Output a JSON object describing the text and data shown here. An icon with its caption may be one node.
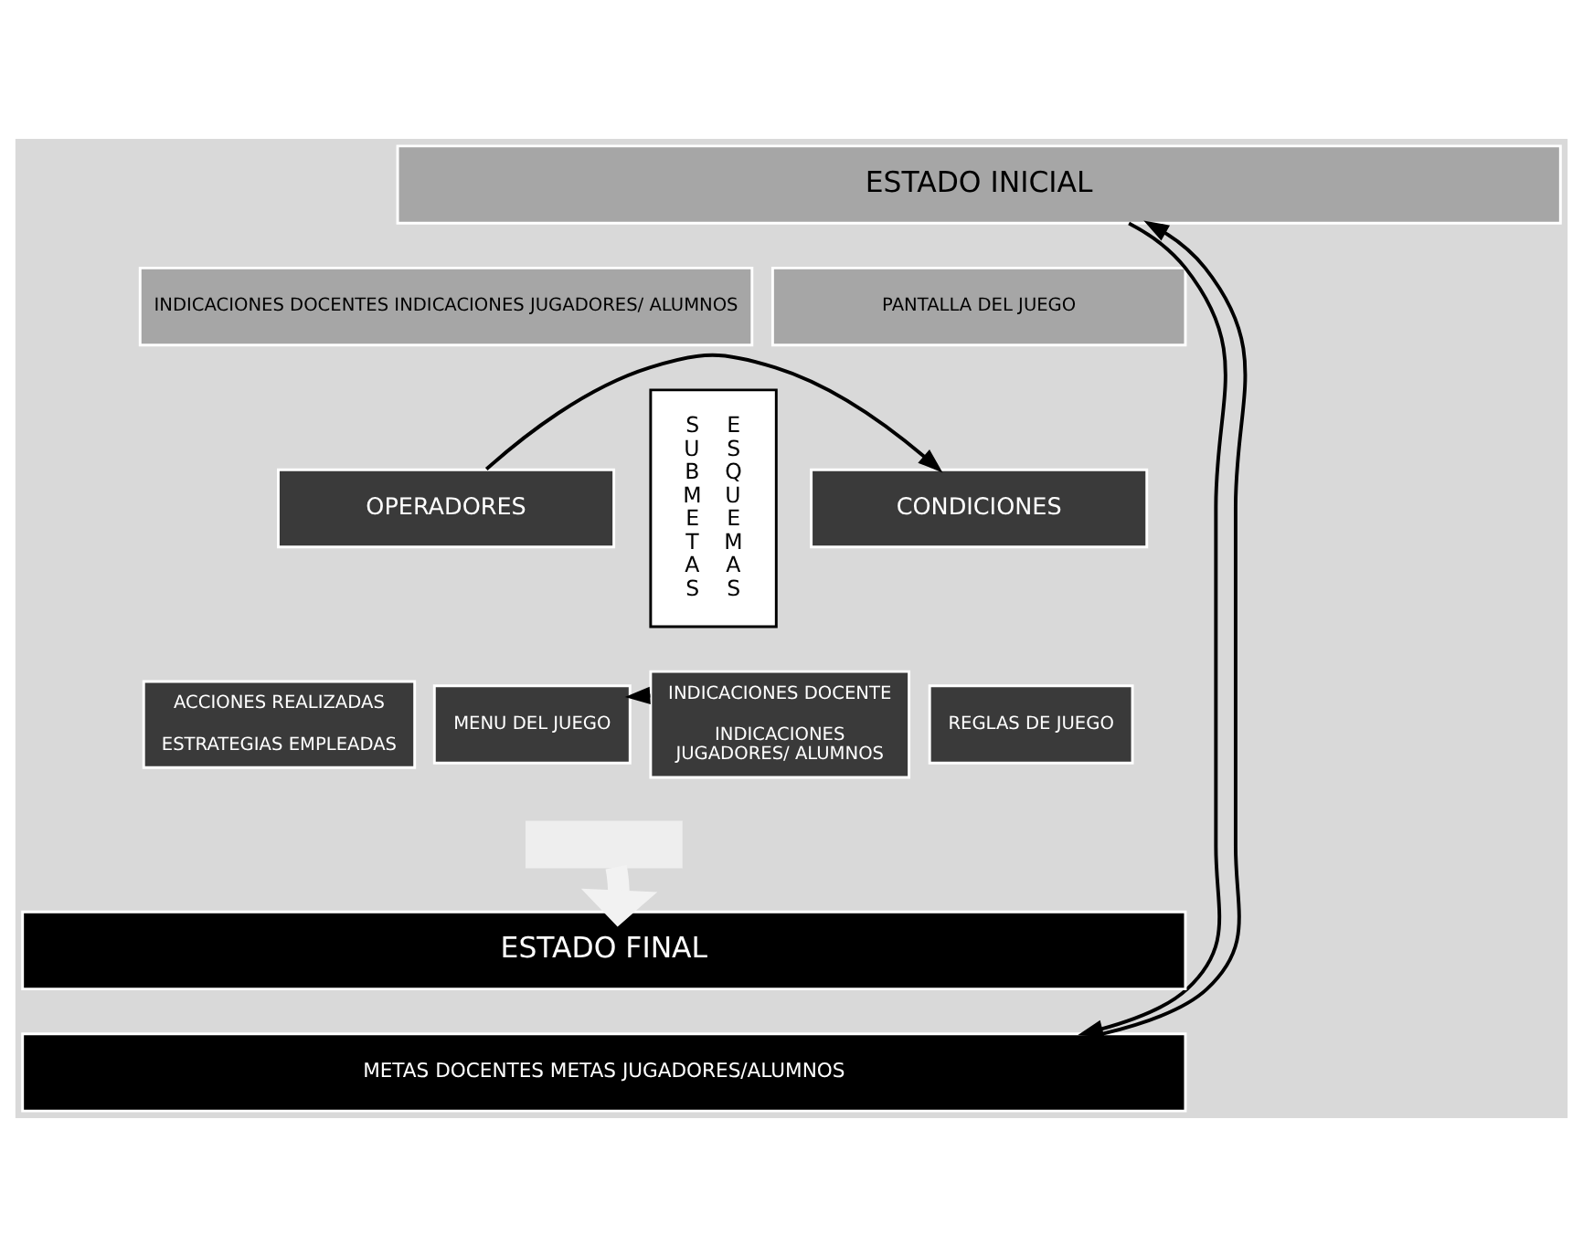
{
  "diagram": {
    "nodes": [
      {
        "text": [
          "ESTADO INICIAL"
        ]
      },
      {
        "text": [
          "INDICACIONES DOCENTES INDICACIONES JUGADORES/ ALUMNOS"
        ]
      },
      {
        "text": [
          "PANTALLA DEL JUEGO"
        ]
      },
      {
        "text": [
          "OPERADORES"
        ]
      },
      {
        "text": [
          "ACCIONES REALIZADAS",
          "ESTRATEGIAS EMPLEADAS"
        ]
      },
      {
        "text": [
          "MENU DEL JUEGO"
        ]
      },
      {
        "text": [
          "SUBMETAS",
          "ESQUEMAS"
        ]
      },
      {
        "text": [
          "CONDICIONES"
        ]
      },
      {
        "text": [
          "INDICACIONES DOCENTE",
          "INDICACIONES JUGADORES/ ALUMNOS"
        ]
      },
      {
        "text": [
          "REGLAS DE JUEGO"
        ]
      },
      {
        "text": [
          "ESTADO FINAL"
        ]
      },
      {
        "text": [
          "METAS DOCENTES METAS JUGADORES/ALUMNOS"
        ]
      },
      {
        "text": [],
        "shape": "bar"
      }
    ],
    "edges": [
      {
        "from": 0,
        "to": 11,
        "arrow": "to"
      },
      {
        "from": 11,
        "to": 0,
        "arrow": "to"
      },
      {
        "from": 3,
        "to": 7,
        "arrow": "to"
      },
      {
        "from": 8,
        "to": 5,
        "arrow": "to"
      },
      {
        "from": 12,
        "to": 10,
        "arrow": "to",
        "style": "thick",
        "color": "#f2f2f2"
      }
    ]
  }
}
